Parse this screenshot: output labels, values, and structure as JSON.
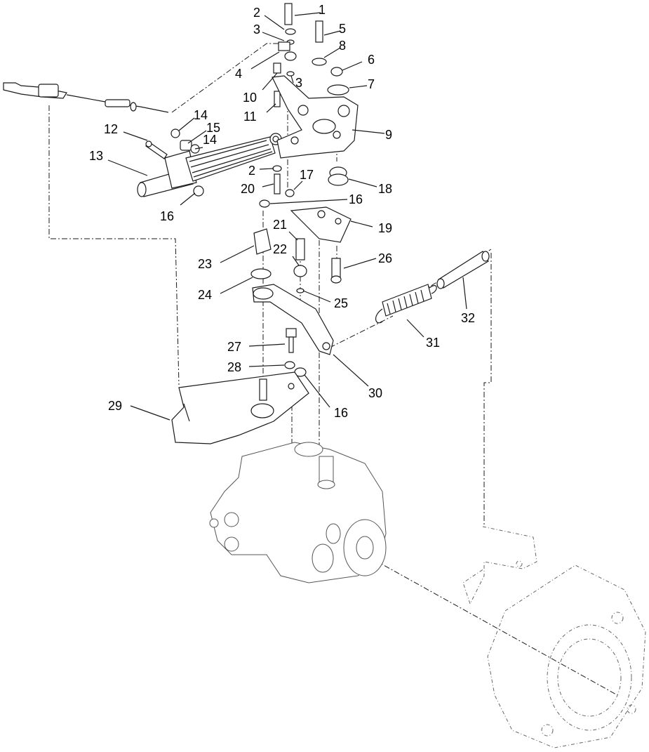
{
  "callouts": [
    {
      "id": "c1",
      "text": "1"
    },
    {
      "id": "c2a",
      "text": "2"
    },
    {
      "id": "c3a",
      "text": "3"
    },
    {
      "id": "c5",
      "text": "5"
    },
    {
      "id": "c8",
      "text": "8"
    },
    {
      "id": "c6",
      "text": "6"
    },
    {
      "id": "c4",
      "text": "4"
    },
    {
      "id": "c7",
      "text": "7"
    },
    {
      "id": "c10",
      "text": "10"
    },
    {
      "id": "c3b",
      "text": "3"
    },
    {
      "id": "c11",
      "text": "11"
    },
    {
      "id": "c9",
      "text": "9"
    },
    {
      "id": "c14a",
      "text": "14"
    },
    {
      "id": "c15",
      "text": "15"
    },
    {
      "id": "c12",
      "text": "12"
    },
    {
      "id": "c14b",
      "text": "14"
    },
    {
      "id": "c13",
      "text": "13"
    },
    {
      "id": "c2b",
      "text": "2"
    },
    {
      "id": "c17",
      "text": "17"
    },
    {
      "id": "c20",
      "text": "20"
    },
    {
      "id": "c18",
      "text": "18"
    },
    {
      "id": "c16a",
      "text": "16"
    },
    {
      "id": "c16b",
      "text": "16"
    },
    {
      "id": "c19",
      "text": "19"
    },
    {
      "id": "c21",
      "text": "21"
    },
    {
      "id": "c22",
      "text": "22"
    },
    {
      "id": "c26",
      "text": "26"
    },
    {
      "id": "c23",
      "text": "23"
    },
    {
      "id": "c24",
      "text": "24"
    },
    {
      "id": "c25",
      "text": "25"
    },
    {
      "id": "c32",
      "text": "32"
    },
    {
      "id": "c31",
      "text": "31"
    },
    {
      "id": "c27",
      "text": "27"
    },
    {
      "id": "c28",
      "text": "28"
    },
    {
      "id": "c30",
      "text": "30"
    },
    {
      "id": "c29",
      "text": "29"
    },
    {
      "id": "c16c",
      "text": "16"
    }
  ]
}
